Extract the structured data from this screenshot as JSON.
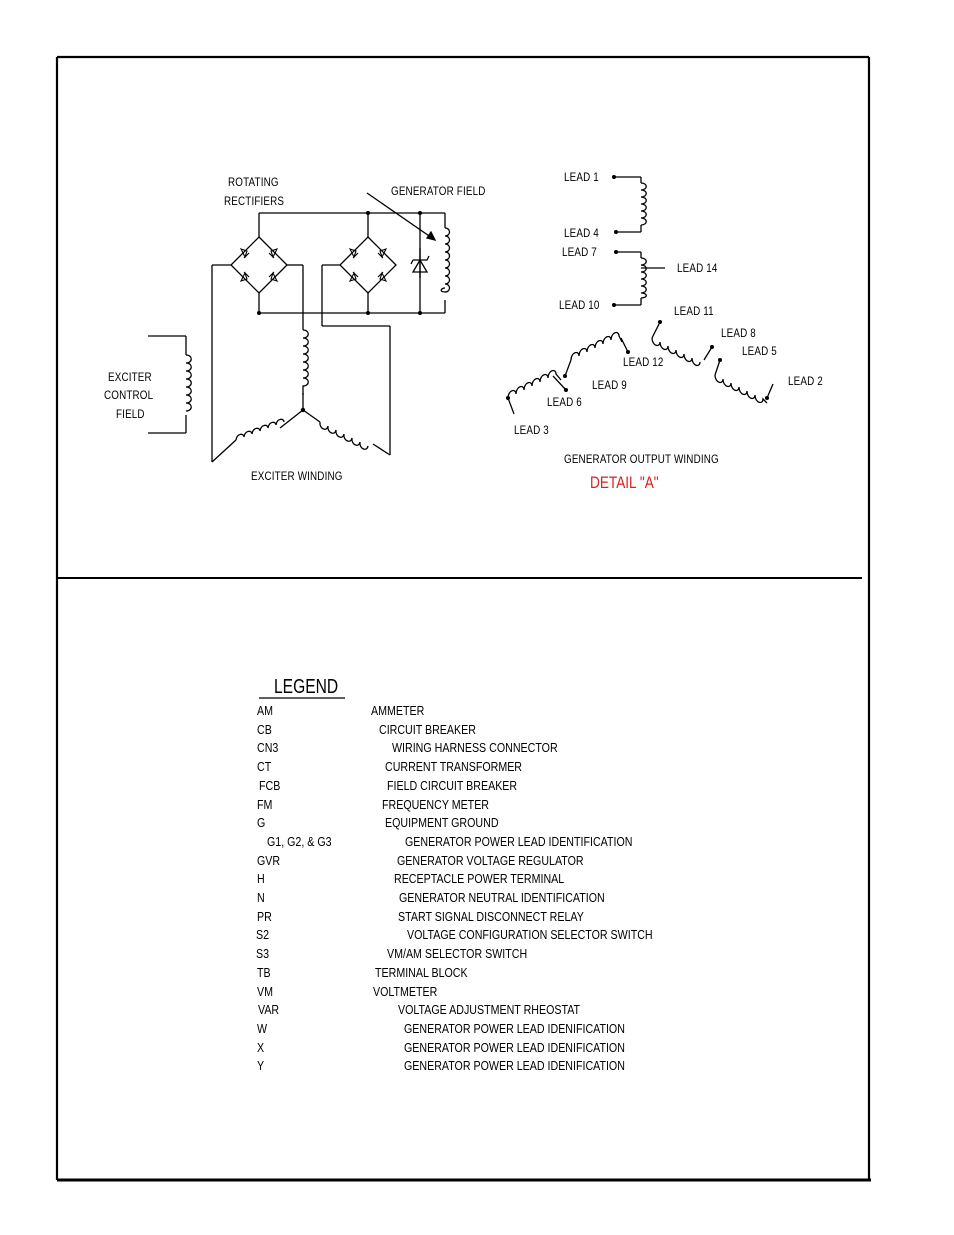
{
  "diagram": {
    "labels": {
      "rotating_rectifiers_line1": "ROTATING",
      "rotating_rectifiers_line2": "RECTIFIERS",
      "generator_field": "GENERATOR FIELD",
      "exciter_control_field_line1": "EXCITER",
      "exciter_control_field_line2": "CONTROL",
      "exciter_control_field_line3": "FIELD",
      "exciter_winding": "EXCITER WINDING",
      "generator_output_winding": "GENERATOR OUTPUT WINDING",
      "detail": "DETAIL \"A\""
    },
    "leads": {
      "lead1": "LEAD 1",
      "lead4": "LEAD 4",
      "lead7": "LEAD 7",
      "lead10": "LEAD 10",
      "lead14": "LEAD 14",
      "lead11": "LEAD 11",
      "lead8": "LEAD 8",
      "lead5": "LEAD 5",
      "lead2": "LEAD 2",
      "lead12": "LEAD 12",
      "lead9": "LEAD 9",
      "lead6": "LEAD 6",
      "lead3": "LEAD 3"
    },
    "colors": {
      "ink": "#000000",
      "detail_label": "#e0201c"
    }
  },
  "legend": {
    "title": "LEGEND",
    "items": [
      {
        "code": "AM",
        "desc": "AMMETER"
      },
      {
        "code": "CB",
        "desc": "CIRCUIT BREAKER"
      },
      {
        "code": "CN3",
        "desc": "WIRING HARNESS CONNECTOR"
      },
      {
        "code": "CT",
        "desc": "CURRENT TRANSFORMER"
      },
      {
        "code": "FCB",
        "desc": "FIELD CIRCUIT BREAKER"
      },
      {
        "code": "FM",
        "desc": "FREQUENCY METER"
      },
      {
        "code": "G",
        "desc": "EQUIPMENT GROUND"
      },
      {
        "code": "G1, G2, & G3",
        "desc": "GENERATOR POWER LEAD IDENTIFICATION"
      },
      {
        "code": "GVR",
        "desc": "GENERATOR VOLTAGE REGULATOR"
      },
      {
        "code": "H",
        "desc": "RECEPTACLE POWER TERMINAL"
      },
      {
        "code": "N",
        "desc": "GENERATOR NEUTRAL IDENTIFICATION"
      },
      {
        "code": "PR",
        "desc": "START SIGNAL DISCONNECT RELAY"
      },
      {
        "code": "S2",
        "desc": "VOLTAGE CONFIGURATION SELECTOR SWITCH"
      },
      {
        "code": "S3",
        "desc": "VM/AM SELECTOR SWITCH"
      },
      {
        "code": "TB",
        "desc": "TERMINAL BLOCK"
      },
      {
        "code": "VM",
        "desc": "VOLTMETER"
      },
      {
        "code": "VAR",
        "desc": "VOLTAGE ADJUSTMENT RHEOSTAT"
      },
      {
        "code": "W",
        "desc": "GENERATOR POWER LEAD IDENIFICATION"
      },
      {
        "code": "X",
        "desc": "GENERATOR POWER LEAD IDENIFICATION"
      },
      {
        "code": "Y",
        "desc": "GENERATOR POWER LEAD IDENIFICATION"
      }
    ]
  }
}
